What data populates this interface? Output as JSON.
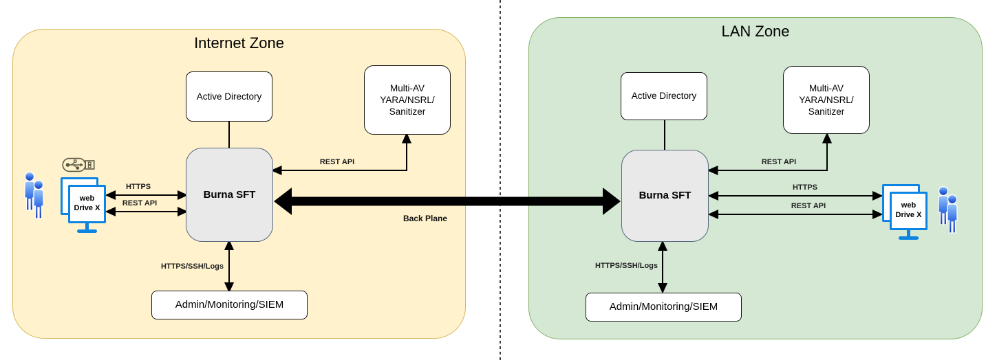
{
  "colors": {
    "internet_zone_fill": "#FFF2CC",
    "internet_zone_border": "#D6B656",
    "lan_zone_fill": "#D5E8D4",
    "lan_zone_border": "#82B366",
    "server_box_fill": "#E9E9E9",
    "server_box_border": "#56687A",
    "web_drive_blue": "#0B84E3",
    "users_icon_blue_light": "#9CC7F7",
    "users_icon_blue_dark": "#0F34B4",
    "usb_icon_outline": "#5A5A45",
    "arrow_color": "#000000"
  },
  "backplane_label": "Back Plane",
  "zones": {
    "internet": {
      "title": "Internet Zone",
      "nodes": {
        "active_directory": "Active Directory",
        "multi_av": [
          "Multi-AV",
          "YARA/NSRL/",
          "Sanitizer"
        ],
        "burna_sft": "Burna SFT",
        "admin": "Admin/Monitoring/SIEM",
        "web_drive": [
          "web",
          "Drive X"
        ]
      },
      "edges": {
        "rest_api_av": "REST API",
        "https": "HTTPS",
        "rest_api": "REST API",
        "https_ssh_logs": "HTTPS/SSH/Logs"
      },
      "icons": [
        "usb-flash-drive-icon",
        "users-icon",
        "web-drive-x-device"
      ]
    },
    "lan": {
      "title": "LAN Zone",
      "nodes": {
        "active_directory": "Active Directory",
        "multi_av": [
          "Multi-AV",
          "YARA/NSRL/",
          "Sanitizer"
        ],
        "burna_sft": "Burna SFT",
        "admin": "Admin/Monitoring/SIEM",
        "web_drive": [
          "web",
          "Drive X"
        ]
      },
      "edges": {
        "rest_api_av": "REST API",
        "https": "HTTPS",
        "rest_api": "REST API",
        "https_ssh_logs": "HTTPS/SSH/Logs"
      },
      "icons": [
        "users-icon",
        "web-drive-x-device"
      ]
    }
  }
}
